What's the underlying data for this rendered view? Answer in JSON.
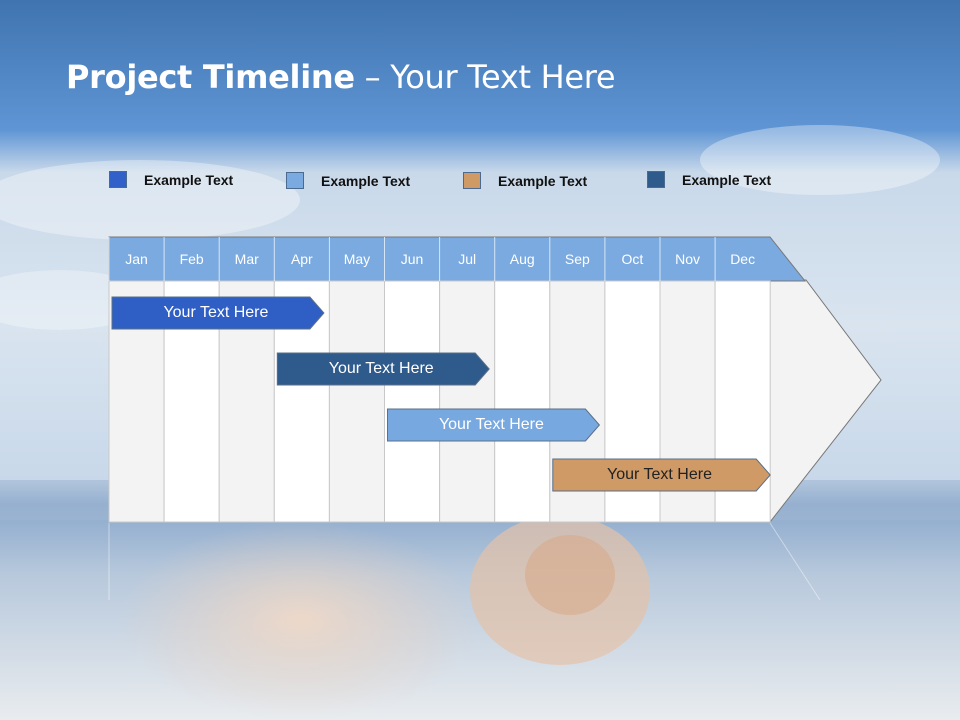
{
  "title": {
    "bold": "Project Timeline",
    "rest": " – Your Text Here"
  },
  "legend": [
    {
      "label": "Example Text",
      "color": "#3060c8"
    },
    {
      "label": "Example Text",
      "color": "#7aaae0"
    },
    {
      "label": "Example Text",
      "color": "#d09a66"
    },
    {
      "label": "Example Text",
      "color": "#2e5a8c"
    }
  ],
  "months": [
    "Jan",
    "Feb",
    "Mar",
    "Apr",
    "May",
    "Jun",
    "Jul",
    "Aug",
    "Sep",
    "Oct",
    "Nov",
    "Dec"
  ],
  "tasks": [
    {
      "label": "Your  Text Here",
      "start": 0,
      "end": 3.9,
      "color": "#2f5fc4"
    },
    {
      "label": "Your  Text Here",
      "start": 3,
      "end": 6.9,
      "color": "#2e5a8c"
    },
    {
      "label": "Your  Text Here",
      "start": 5,
      "end": 8.9,
      "color": "#78a8e0"
    },
    {
      "label": "Your  Text Here",
      "start": 8,
      "end": 12,
      "color": "#cf9a66"
    }
  ],
  "colors": {
    "header": "#7aaae0",
    "grid_light": "#f3f3f3",
    "grid_white": "#ffffff"
  }
}
